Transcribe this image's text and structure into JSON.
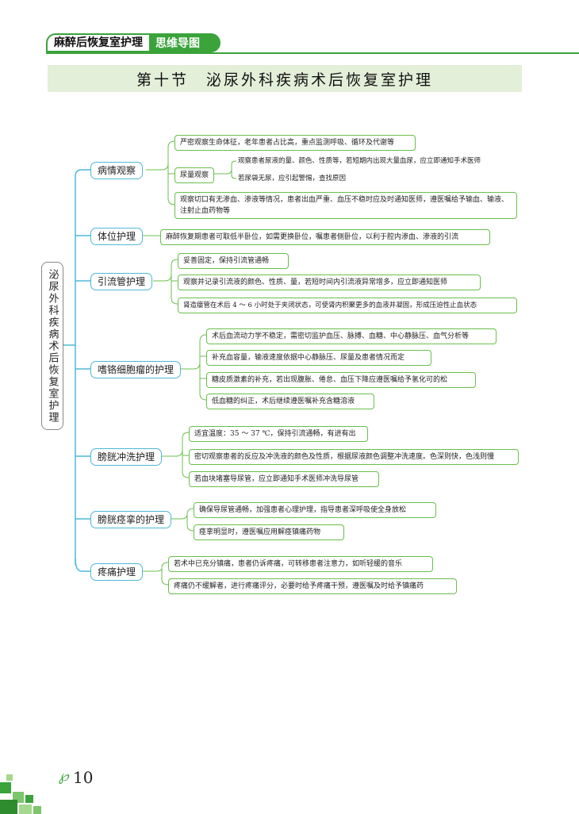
{
  "header": {
    "book": "麻醉后恢复室护理",
    "tag": "思维导图"
  },
  "title": "第十节　泌尿外科疾病术后恢复室护理",
  "root": "泌尿外科疾病术后恢复室护理",
  "branches": [
    {
      "label": "病情观察",
      "items": [
        "严密观察生命体征，老年患者占比高，重点监测呼吸、循环及代谢等",
        "观察切口有无渗血、渗液等情况，患者出血严重、血压不稳时应及时通知医师，遵医嘱给予输血、输液、注射止血药物等"
      ],
      "sub": {
        "label": "尿量观察",
        "items": [
          "观察患者尿液的量、颜色、性质等，若短期内出现大量血尿，应立即通知手术医师",
          "若尿袋无尿，应引起警惕，查找原因"
        ]
      }
    },
    {
      "label": "体位护理",
      "items": [
        "麻醉恢复期患者可取低半卧位，如需更换卧位，嘱患者侧卧位，以利于腔内渗血、渗液的引流"
      ]
    },
    {
      "label": "引流管护理",
      "items": [
        "妥善固定，保持引流管通畅",
        "观察并记录引流液的颜色、性质、量，若短时间内引流液异常增多，应立即通知医师",
        "肾造瘘管在术后 4 ～ 6 小时处于夹闭状态，可使肾内积聚更多的血液并凝固，形成压迫性止血状态"
      ]
    },
    {
      "label": "嗜铬细胞瘤的护理",
      "items": [
        "术后血流动力学不稳定，需密切监护血压、脉搏、血糖、中心静脉压、血气分析等",
        "补充血容量，输液速度依据中心静脉压、尿量及患者情况而定",
        "糖皮质激素的补充，若出现腹胀、倦怠、血压下降应遵医嘱给予氢化可的松",
        "低血糖的纠正，术后继续遵医嘱补充含糖溶液"
      ]
    },
    {
      "label": "膀胱冲洗护理",
      "items": [
        "适宜温度：35 ～ 37 ℃，保持引流通畅，有进有出",
        "密切观察患者的反应及冲洗液的颜色及性质，根据尿液颜色调整冲洗速度。色深则快，色浅则慢",
        "若血块堵塞导尿管，应立即通知手术医师冲洗导尿管"
      ]
    },
    {
      "label": "膀胱痉挛的护理",
      "items": [
        "确保导尿管通畅，加强患者心理护理，指导患者深呼吸使全身放松",
        "痉挛明显时，遵医嘱应用解痉镇痛药物"
      ]
    },
    {
      "label": "疼痛护理",
      "items": [
        "若术中已充分镇痛，患者仍诉疼痛，可转移患者注意力，如听轻缓的音乐",
        "疼痛仍不缓解者，进行疼痛评分，必要时给予疼痛干预，遵医嘱及时给予镇痛药"
      ]
    }
  ],
  "page_number": "10",
  "page_glyph": "℘",
  "colors": {
    "green": "#3aa33a",
    "branch_border": "#4db8d8",
    "leaf_border": "#6abf4b",
    "title_band": "#e3efd9"
  }
}
